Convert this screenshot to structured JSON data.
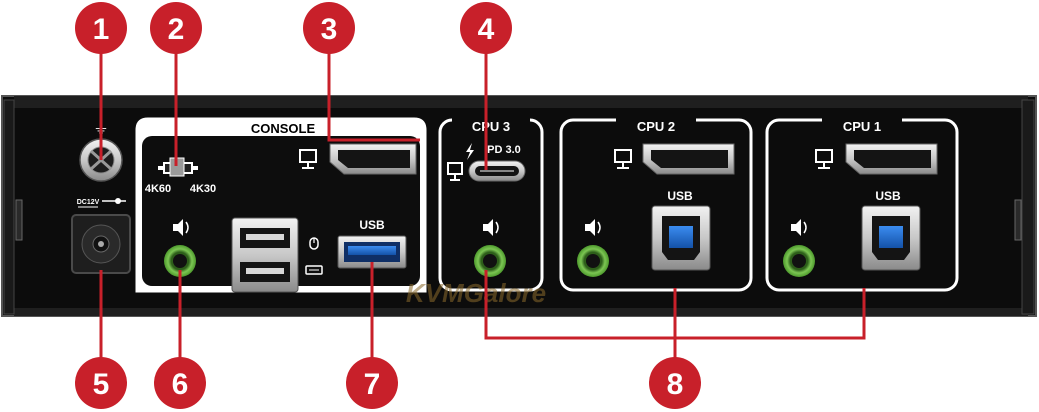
{
  "console": {
    "title": "CONSOLE",
    "res_a": "4K60",
    "res_b": "4K30",
    "usb": "USB"
  },
  "cpu3": {
    "title": "CPU 3",
    "pd": "PD 3.0"
  },
  "cpu2": {
    "title": "CPU 2",
    "usb": "USB"
  },
  "cpu1": {
    "title": "CPU 1",
    "usb": "USB"
  },
  "power": {
    "rating": "DC12V"
  },
  "watermark": "KVMGalore",
  "callouts": [
    "1",
    "2",
    "3",
    "4",
    "5",
    "6",
    "7",
    "8"
  ],
  "colors": {
    "callout": "#c8202a",
    "panel": "#131313",
    "leader": "#c8202a",
    "audio": "#6fbe44",
    "usb_blue": "#1f6fd0"
  }
}
